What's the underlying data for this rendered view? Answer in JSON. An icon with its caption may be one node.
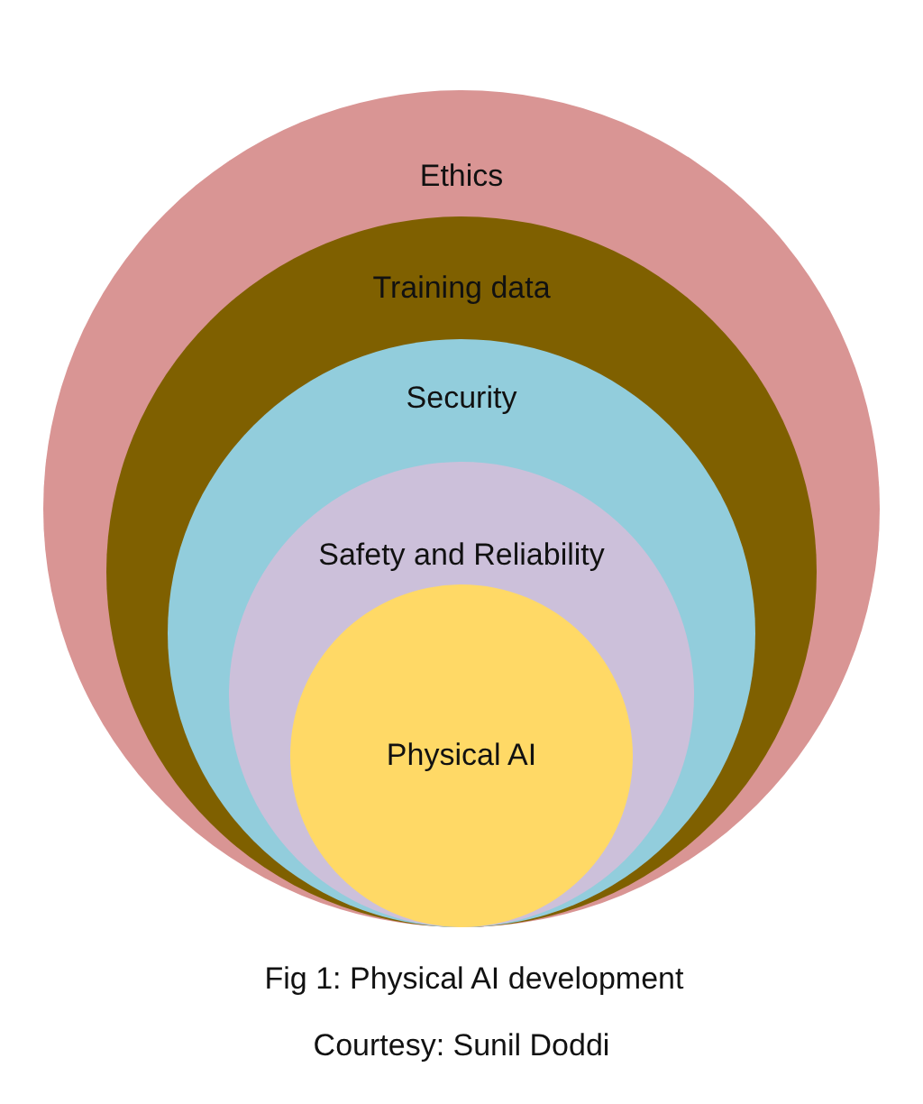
{
  "diagram": {
    "caption": "Fig 1: Physical AI development",
    "nodes": [
      {
        "text": [
          "Ethics"
        ]
      },
      {
        "text": [
          "Training data"
        ],
        "in": 0
      },
      {
        "text": [
          "Security"
        ],
        "in": 1
      },
      {
        "text": [
          "Safety and Reliability"
        ],
        "in": 2
      },
      {
        "text": [
          "Physical AI"
        ],
        "in": 3
      }
    ],
    "labels": [
      "Courtesy: Sunil Doddi"
    ]
  }
}
